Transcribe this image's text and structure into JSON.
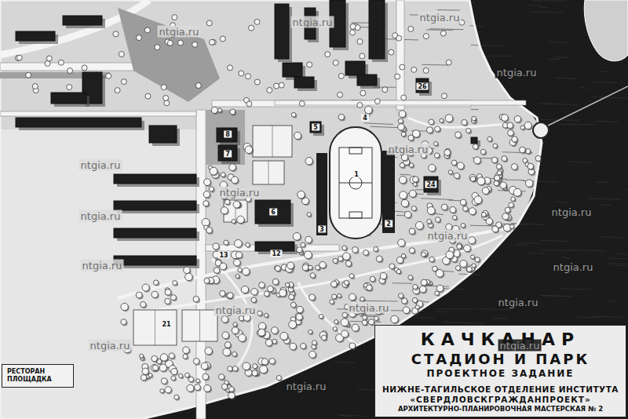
{
  "diagram": {
    "nodes": [
      {
        "text": [
          "КАЧКАНАР",
          "СТАДИОН И ПАРК",
          "ПРОЕКТНОЕ ЗАДАНИЕ",
          "НИЖНЕ-ТАГИЛЬСКОЕ ОТДЕЛЕНИЕ ИНСТИТУТА",
          "«СВЕРДЛОВСКГРАЖДАНПРОЕКТ»",
          "АРХИТЕКТУРНО-ПЛАНИРОВОЧНАЯ МАСТЕРСКАЯ № 2"
        ]
      },
      {
        "text": [
          "РЕСТОРАН",
          "ПЛОЩАДКА"
        ]
      }
    ],
    "edges": [],
    "labels": [
      "1",
      "2",
      "3",
      "4",
      "5",
      "6",
      "7",
      "8",
      "12",
      "13",
      "21",
      "24",
      "26",
      "ntgia.ru",
      "ntgia.ru",
      "ntgia.ru",
      "ntgia.ru",
      "ntgia.ru",
      "ntgia.ru",
      "ntgia.ru",
      "ntgia.ru",
      "ntgia.ru",
      "ntgia.ru",
      "ntgia.ru",
      "ntgia.ru",
      "ntgia.ru",
      "ntgia.ru",
      "ntgia.ru",
      "ntgia.ru",
      "ntgia.ru",
      "ntgia.ru"
    ]
  }
}
